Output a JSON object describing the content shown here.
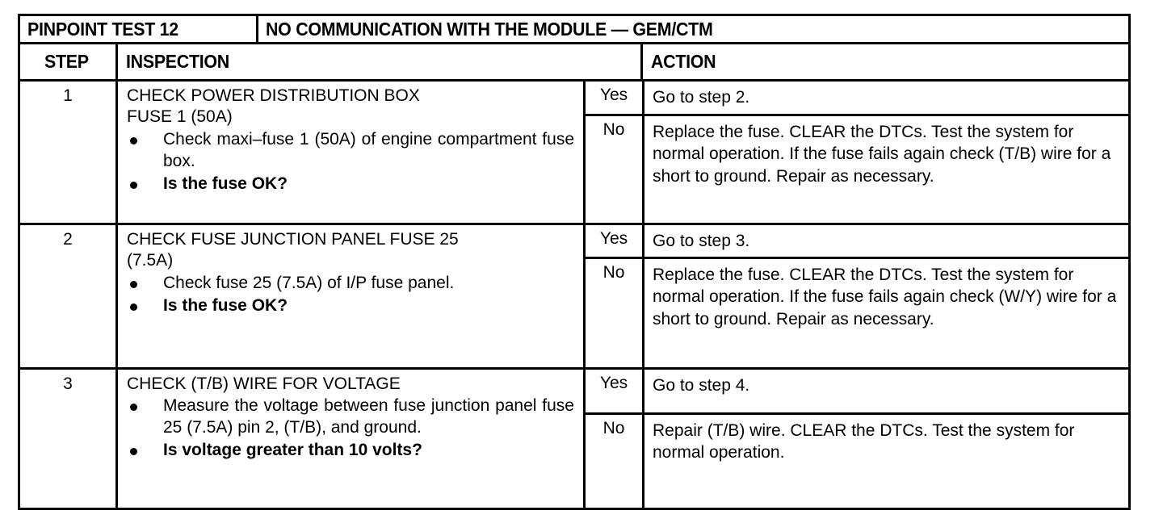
{
  "title": {
    "test_label": "PINPOINT TEST 12",
    "description": "NO COMMUNICATION WITH THE MODULE — GEM/CTM"
  },
  "columns": {
    "step": "STEP",
    "inspection": "INSPECTION",
    "action": "ACTION"
  },
  "answers": {
    "yes": "Yes",
    "no": "No"
  },
  "steps": [
    {
      "number": "1",
      "inspection_title": "CHECK POWER DISTRIBUTION BOX\nFUSE 1 (50A)",
      "bullets": [
        "Check maxi–fuse 1 (50A) of engine compartment fuse box.",
        "Is the fuse OK?"
      ],
      "yes_action": "Go to step 2.",
      "no_action": "Replace the fuse. CLEAR the DTCs. Test the system for normal operation. If the fuse fails again check (T/B) wire for a short to ground. Repair as necessary."
    },
    {
      "number": "2",
      "inspection_title": "CHECK FUSE JUNCTION PANEL FUSE 25\n(7.5A)",
      "bullets": [
        "Check fuse 25 (7.5A) of I/P fuse panel.",
        "Is the fuse OK?"
      ],
      "yes_action": "Go to step 3.",
      "no_action": "Replace the fuse. CLEAR the DTCs. Test the system for normal operation. If the fuse fails again check (W/Y) wire for a short to ground. Repair as necessary."
    },
    {
      "number": "3",
      "inspection_title": "CHECK (T/B) WIRE FOR VOLTAGE",
      "bullets": [
        "Measure the voltage between fuse junction panel fuse 25 (7.5A) pin 2, (T/B), and ground.",
        "Is voltage greater than 10 volts?"
      ],
      "yes_action": "Go to step 4.",
      "no_action": "Repair (T/B) wire. CLEAR the DTCs. Test the system for normal operation."
    }
  ]
}
